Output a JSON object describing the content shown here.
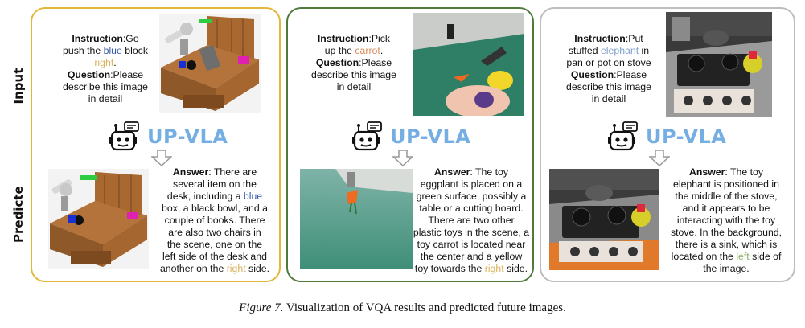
{
  "row_labels": {
    "input": "Input",
    "predict": "Predicte"
  },
  "logo": {
    "text": "UP-VLA",
    "icon": "robot-chat-icon"
  },
  "colors": {
    "panel1": "#e3b73c",
    "panel2": "#4f7a39",
    "panel3": "#bdbdbd",
    "logo": "#74aee3"
  },
  "panels": [
    {
      "instruction_label": "Instruction",
      "instruction_parts": [
        ":Go",
        "push the ",
        "blue",
        " block",
        "right",
        "."
      ],
      "question_label": "Question",
      "question_lines": [
        ":Please",
        "describe this image",
        "in detail"
      ],
      "answer_label": "Answer",
      "answer_parts": [
        ": There are",
        "several item on the",
        "desk, including a ",
        "blue",
        "box, a black bowl, and a",
        "couple of books. There",
        "are also two chairs in",
        "the scene, one on the",
        "left side of the desk and",
        "another on the ",
        "right",
        " side."
      ]
    },
    {
      "instruction_label": "Instruction",
      "instruction_parts": [
        ":Pick",
        "up the ",
        "carrot",
        "."
      ],
      "question_label": "Question",
      "question_lines": [
        ":Please",
        "describe this image",
        "in detail"
      ],
      "answer_label": "Answer",
      "answer_parts": [
        ":  The toy",
        "eggplant is placed on a",
        "green surface, possibly a",
        "table or a cutting board.",
        "There are two other",
        "plastic toys in the scene, a",
        "toy carrot is located near",
        "the center and a yellow",
        "toy towards the ",
        "right",
        " side."
      ]
    },
    {
      "instruction_label": "Instruction",
      "instruction_parts": [
        ":Put",
        "stuffed ",
        "elephant",
        " in",
        "pan or pot on stove"
      ],
      "question_label": "Question",
      "question_lines": [
        ":Please",
        "describe this image",
        "in detail"
      ],
      "answer_label": "Answer",
      "answer_parts": [
        ": The toy",
        "elephant is positioned in",
        "the middle of the stove,",
        "and it appears to be",
        "interacting with the toy",
        "stove. In the background,",
        "there is a sink, which is",
        "located on the ",
        "left",
        " side of",
        "the image."
      ]
    }
  ],
  "caption": {
    "label": "Figure 7.",
    "text": " Visualization of VQA results and predicted future images."
  }
}
